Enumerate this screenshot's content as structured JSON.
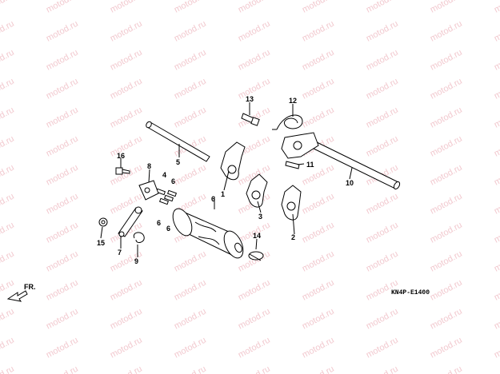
{
  "diagram": {
    "code": "KN4P-E1400",
    "direction_label": "FR.",
    "watermark": "motod.ru",
    "watermark_color": "#f2c9cf",
    "callouts": [
      "1",
      "2",
      "3",
      "4",
      "5",
      "6",
      "6",
      "6",
      "6",
      "7",
      "8",
      "9",
      "10",
      "11",
      "12",
      "13",
      "14",
      "15",
      "16"
    ]
  }
}
